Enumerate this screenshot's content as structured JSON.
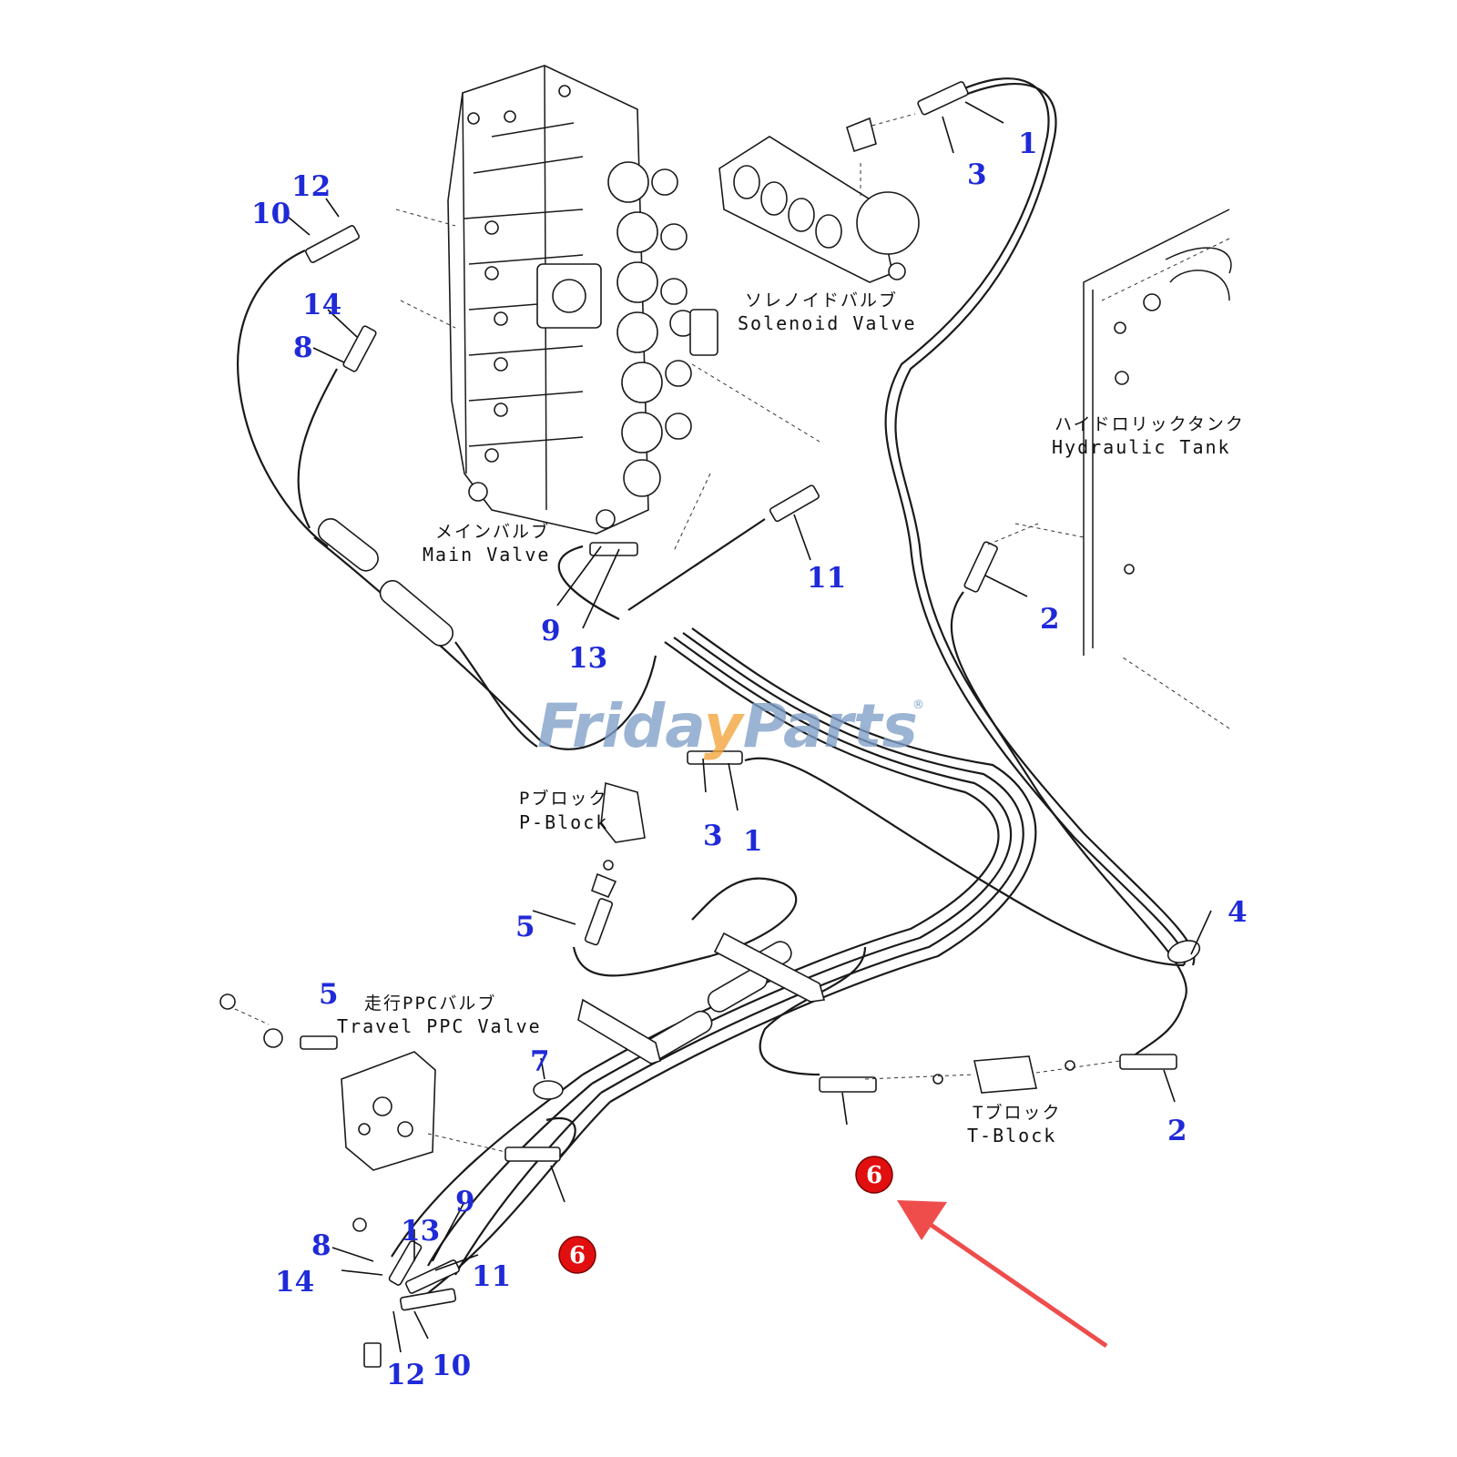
{
  "components": {
    "main_valve": {
      "jp": "メインバルブ",
      "en": "Main Valve"
    },
    "solenoid_valve": {
      "jp": "ソレノイドバルブ",
      "en": "Solenoid Valve"
    },
    "hydraulic_tank": {
      "jp": "ハイドロリックタンク",
      "en": "Hydraulic Tank"
    },
    "p_block": {
      "jp": "Pブロック",
      "en": "P-Block"
    },
    "travel_ppc_valve": {
      "jp": "走行PPCバルブ",
      "en": "Travel PPC Valve"
    },
    "t_block": {
      "jp": "Tブロック",
      "en": "T-Block"
    }
  },
  "watermark": {
    "text_before": "Frida",
    "text_accent": "y",
    "text_after": "Parts",
    "registered": "®"
  },
  "callouts": {
    "c10_top": "10",
    "c12_top": "12",
    "c14_top": "14",
    "c8_top": "8",
    "c3_top": "3",
    "c1_top": "1",
    "c11_mid": "11",
    "c2_mid": "2",
    "c9_mid": "9",
    "c13_mid": "13",
    "c3_mid": "3",
    "c1_mid": "1",
    "c5_mid": "5",
    "c4_right": "4",
    "c5_left": "5",
    "c7_mid": "7",
    "c2_bottom": "2",
    "c9_bottom": "9",
    "c13_bottom": "13",
    "c8_bottom": "8",
    "c14_bottom": "14",
    "c11_bottom": "11",
    "c12_bottom": "12",
    "c10_bottom": "10"
  },
  "highlighted_callouts": {
    "h6_left": "6",
    "h6_right": "6"
  },
  "colors": {
    "callout": "#1f2ad8",
    "highlight": "#e10f0f",
    "arrow": "#ef4c4c",
    "watermark": "#7f9fc9",
    "watermark_accent": "#f4a43a"
  }
}
